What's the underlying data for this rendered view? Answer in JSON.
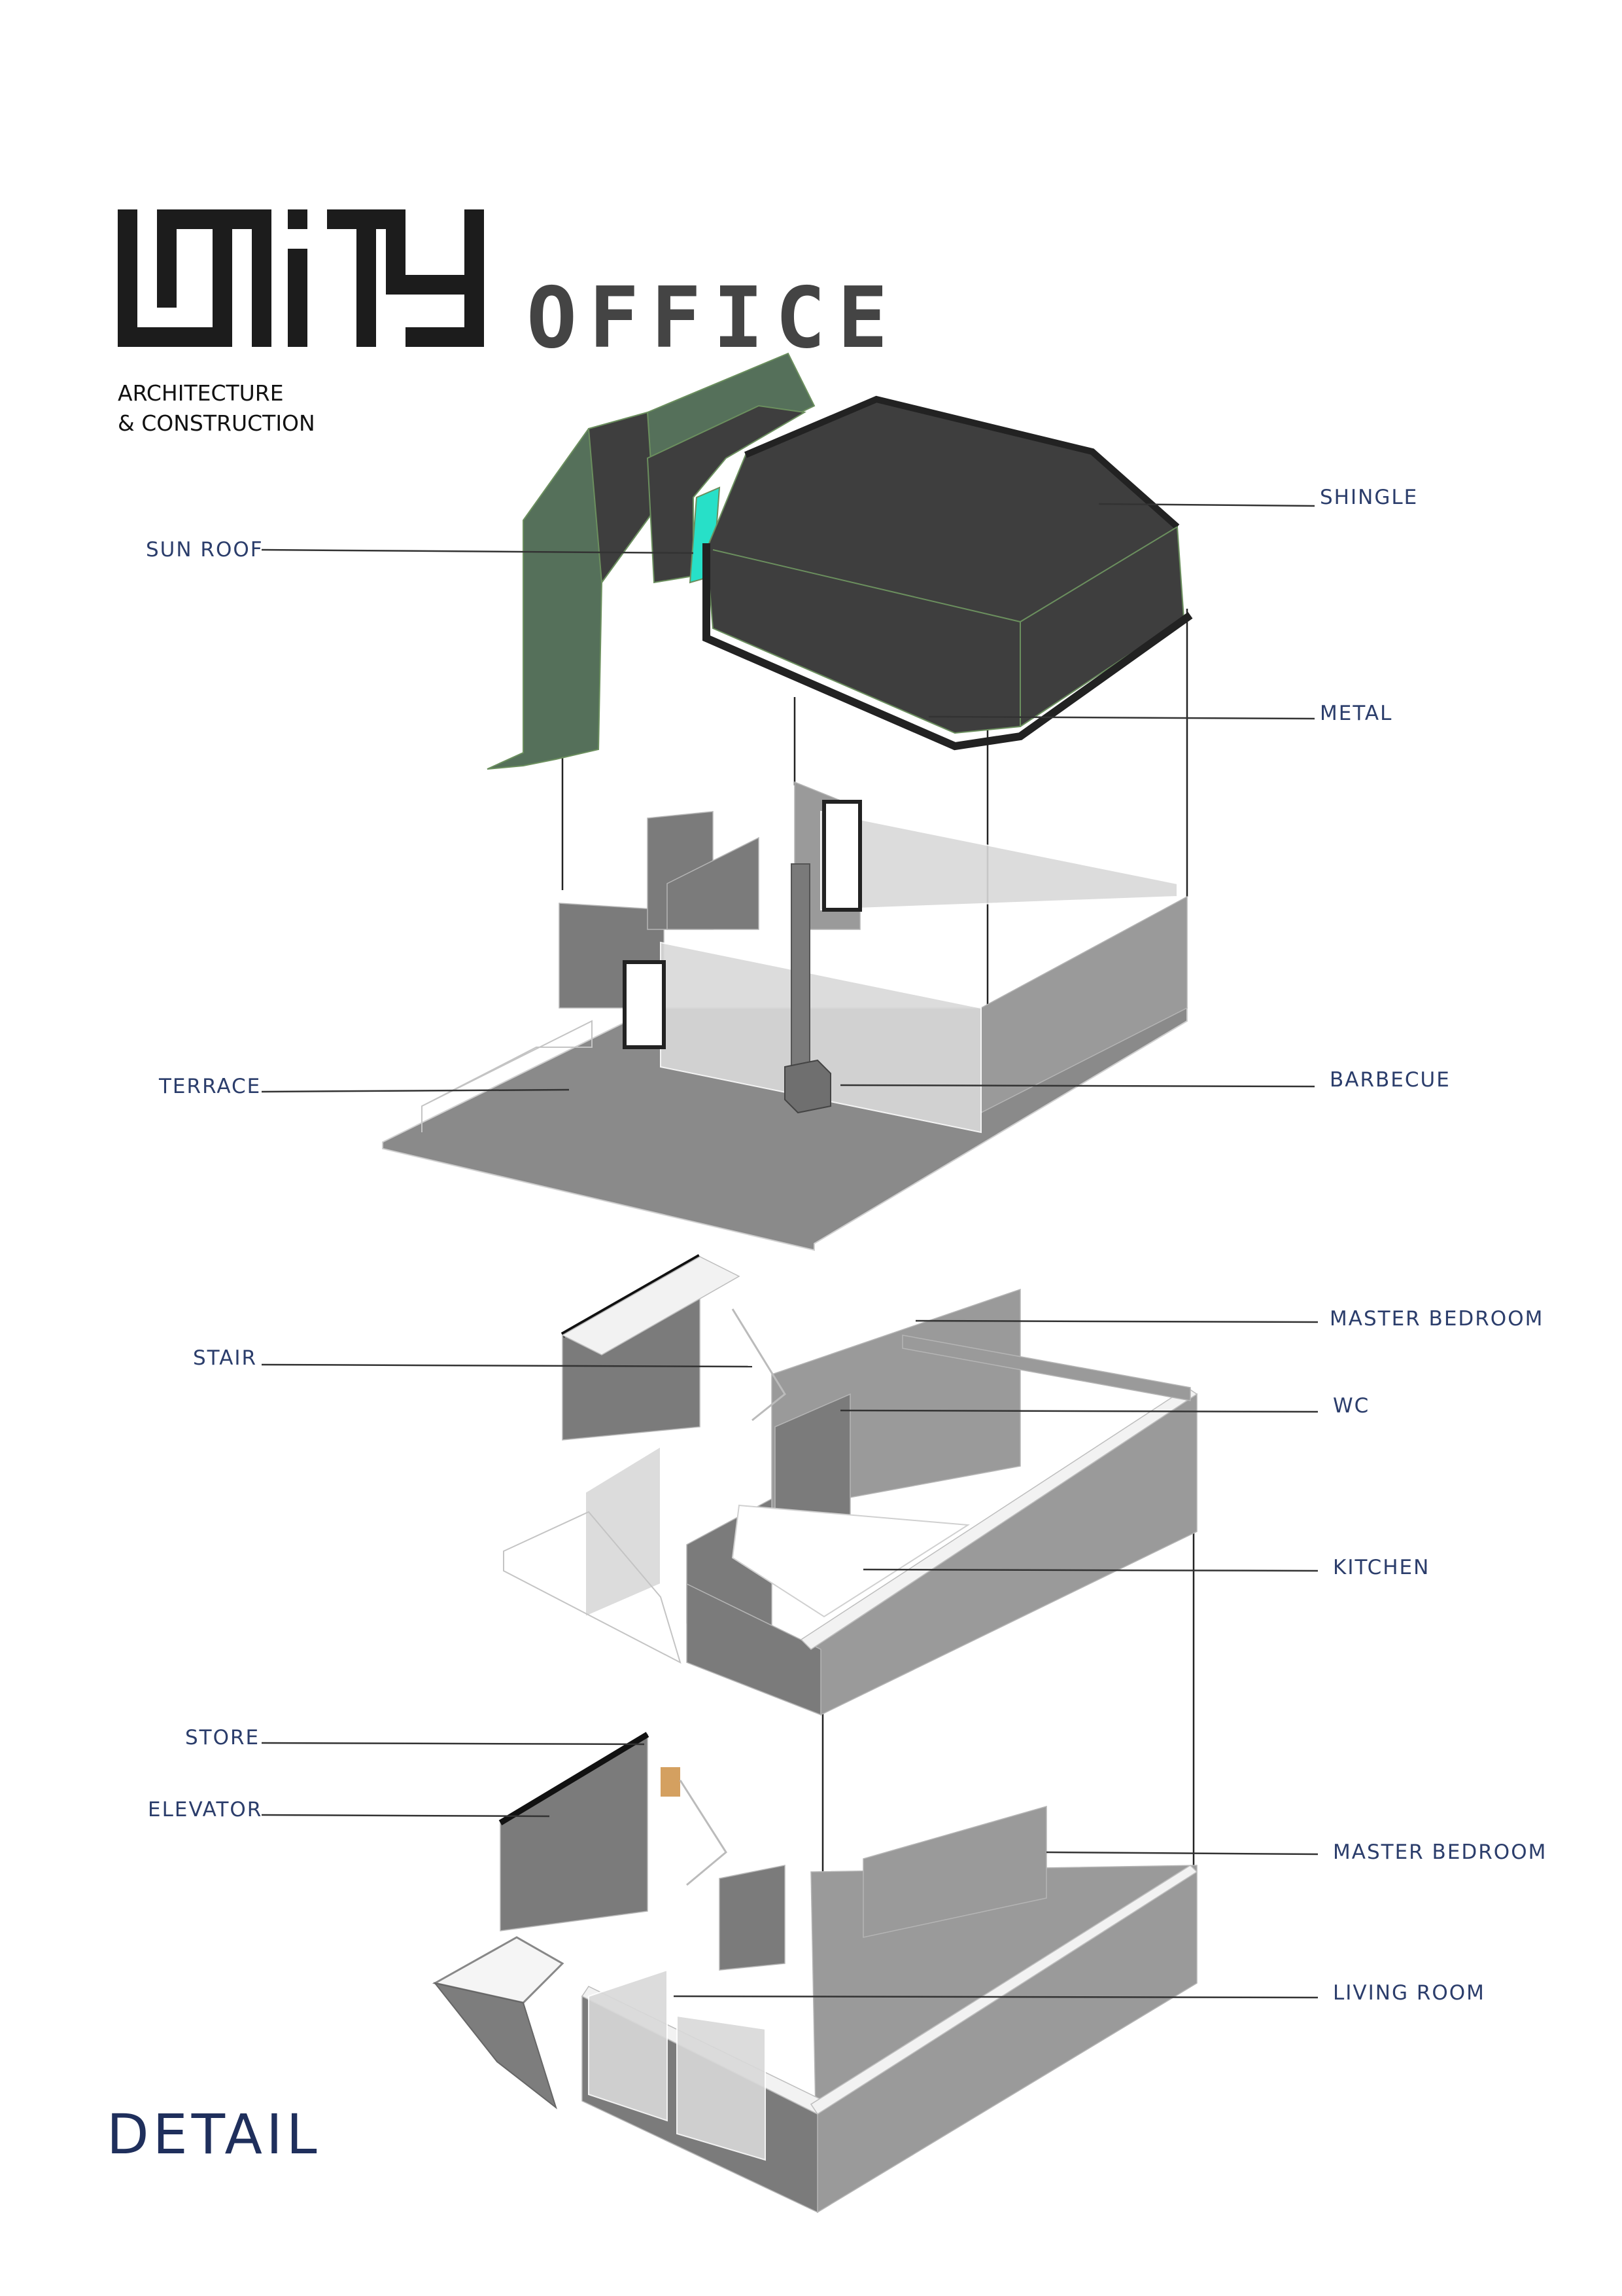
{
  "brand": {
    "logo_text": "UNITY",
    "name_suffix": "OFFICE",
    "tagline_line1": "ARCHITECTURE",
    "tagline_line2": "& CONSTRUCTION"
  },
  "labels": {
    "sun_roof": "SUN ROOF",
    "shingle": "SHINGLE",
    "metal": "METAL",
    "terrace": "TERRACE",
    "barbecue": "BARBECUE",
    "stair": "STAIR",
    "master_bedroom_upper": "MASTER BEDROOM",
    "wc": "WC",
    "kitchen": "KITCHEN",
    "store": "STORE",
    "elevator": "ELEVATOR",
    "master_bedroom_lower": "MASTER BEDROOM",
    "living_room": "LIVING ROOM"
  },
  "footer": {
    "title": "DETAIL"
  },
  "colors": {
    "label_text": "#2b3d6b",
    "title_text": "#1f2f5c",
    "roof_dark": "#3e3e3e",
    "roof_green": "#55705a",
    "sunroof_glass": "#27e0c8",
    "wall_gray": "#8a8a8a"
  }
}
